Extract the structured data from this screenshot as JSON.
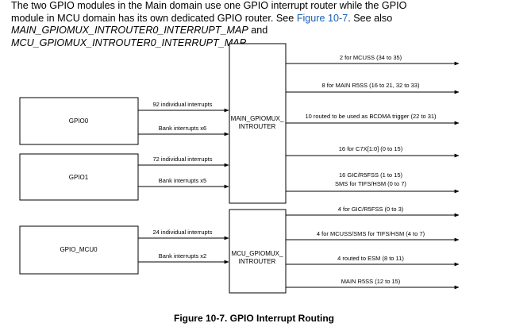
{
  "intro": {
    "line1": "The two GPIO modules in the Main domain use one GPIO interrupt router while the GPIO",
    "line2_a": "module in MCU domain has its own dedicated GPIO router. See ",
    "line2_link": "Figure 10-7",
    "line2_b": ". See also",
    "line3_sym1": "MAIN_GPIOMUX_INTROUTER0_INTERRUPT_MAP",
    "line3_and": " and ",
    "line3_sym2": "MCU_GPIOMUX_INTROUTER0_INTERRUPT_MAP"
  },
  "diagram": {
    "sources": [
      {
        "label": "GPIO0"
      },
      {
        "label": "GPIO1"
      },
      {
        "label": "GPIO_MCU0"
      }
    ],
    "routers": [
      {
        "line1": "MAIN_GPIOMUX_",
        "line2": "INTROUTER"
      },
      {
        "line1": "MCU_GPIOMUX_",
        "line2": "INTROUTER"
      }
    ],
    "input_labels": [
      "92 individual interrupts",
      "Bank interrupts x6",
      "72 individual interrupts",
      "Bank interrupts x5",
      "24 individual interrupts",
      "Bank interrupts x2"
    ],
    "outputs": [
      {
        "lines": [
          "2 for MCUSS (34 to 35)"
        ]
      },
      {
        "lines": [
          "8 for MAIN R5SS (16 to 21, 32 to 33)"
        ]
      },
      {
        "lines": [
          "10 routed to be used as BCDMA trigger (22 to 31)"
        ]
      },
      {
        "lines": [
          "16 for C7X[1:0] (0 to 15)"
        ]
      },
      {
        "lines": [
          "16 GIC/R5FSS (1 to 15)",
          "SMS for TIFS/HSM (0 to 7)"
        ]
      },
      {
        "lines": [
          "4 for GIC/R5FSS (0 to 3)"
        ]
      },
      {
        "lines": [
          "4 for MCUSS/SMS for TIFS/HSM (4 to 7)"
        ]
      },
      {
        "lines": [
          "4 routed to ESM (8 to 11)"
        ]
      },
      {
        "lines": [
          "MAIN R5SS (12 to 15)"
        ]
      }
    ]
  },
  "caption": "Figure 10-7. GPIO Interrupt Routing"
}
